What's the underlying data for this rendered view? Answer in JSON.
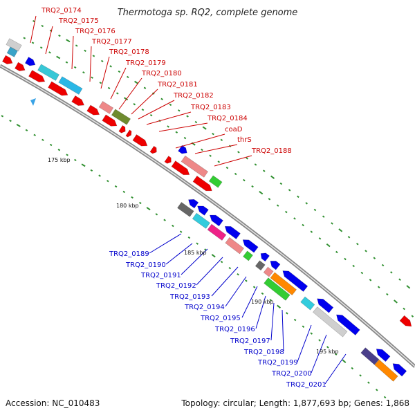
{
  "title": "Thermotoga sp. RQ2, complete genome",
  "footer": {
    "accession": "Accession: NC_010483",
    "summary": "Topology: circular; Length: 1,877,693 bp; Genes: 1,868"
  },
  "colors": {
    "backbone": "#888888",
    "forward_label": "#cc0000",
    "reverse_label": "#0000cc",
    "tick": "#2f8f2f"
  },
  "kbp_labels": [
    "175 kbp",
    "180 kbp",
    "185 kbp",
    "190 kbp",
    "195 kbp"
  ],
  "forward_genes": [
    "TRQ2_0174",
    "TRQ2_0175",
    "TRQ2_0176",
    "TRQ2_0177",
    "TRQ2_0178",
    "TRQ2_0179",
    "TRQ2_0180",
    "TRQ2_0181",
    "TRQ2_0182",
    "TRQ2_0183",
    "TRQ2_0184",
    "coaD",
    "thrS",
    "TRQ2_0188"
  ],
  "reverse_genes": [
    "TRQ2_0189",
    "TRQ2_0190",
    "TRQ2_0191",
    "TRQ2_0192",
    "TRQ2_0193",
    "TRQ2_0194",
    "TRQ2_0195",
    "TRQ2_0196",
    "TRQ2_0197",
    "TRQ2_0198",
    "TRQ2_0199",
    "TRQ2_0200",
    "TRQ2_0201"
  ]
}
